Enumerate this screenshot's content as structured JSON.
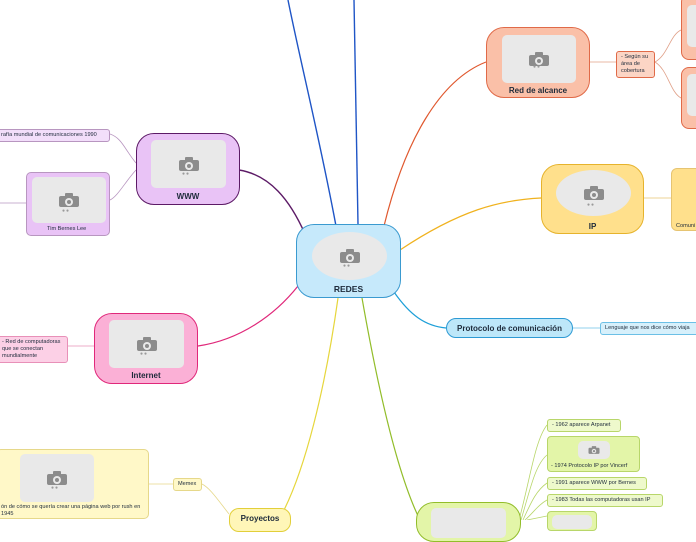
{
  "central": {
    "label": "REDES"
  },
  "colors": {
    "central": "#c6e9fb",
    "central_border": "#3a9ad0",
    "alcance": "#fac0a8",
    "alcance_border": "#e06a48",
    "ip": "#ffe08c",
    "ip_border": "#e6b32c",
    "protocolo": "#bde7f9",
    "protocolo_border": "#2d9ad4",
    "www": "#e9c3f6",
    "www_border": "#5c1a66",
    "internet": "#fbb0d6",
    "internet_border": "#e0287a",
    "proyectos": "#fff6b8",
    "proyectos_border": "#e2cf3a",
    "historia": "#e3f5a8",
    "historia_border": "#92bd2a"
  },
  "topics": {
    "red_alcance": {
      "label": "Red de alcance",
      "subtopic": "- Según su área de cobertura"
    },
    "ip": {
      "label": "IP",
      "subtopic": "Comuni"
    },
    "protocolo": {
      "label": "Protocolo de comunicación",
      "subtopic": "Lenguaje que nos dice cómo viaja"
    },
    "www": {
      "label": "WWW",
      "subtopic_1": "rafía mundial de comunicaciones 1990",
      "subtopic_2": "Tim Bernes Lee"
    },
    "internet": {
      "label": "Internet",
      "subtopic": "- Red de computadoras que se conectan mundialmente"
    },
    "proyectos": {
      "label": "Proyectos",
      "subtopic": "Memex",
      "note": "ón de cómo se quería crear una página web por rush en 1945"
    },
    "historia": {
      "items": [
        "- 1962 aparece Arpanet",
        "- 1974 Protocolo IP por Vincerf",
        "- 1991 aparece WWW por Bernes",
        "- 1983 Todas las computadoras usan IP"
      ]
    }
  },
  "icons": {
    "placeholder": "camera-icon"
  }
}
